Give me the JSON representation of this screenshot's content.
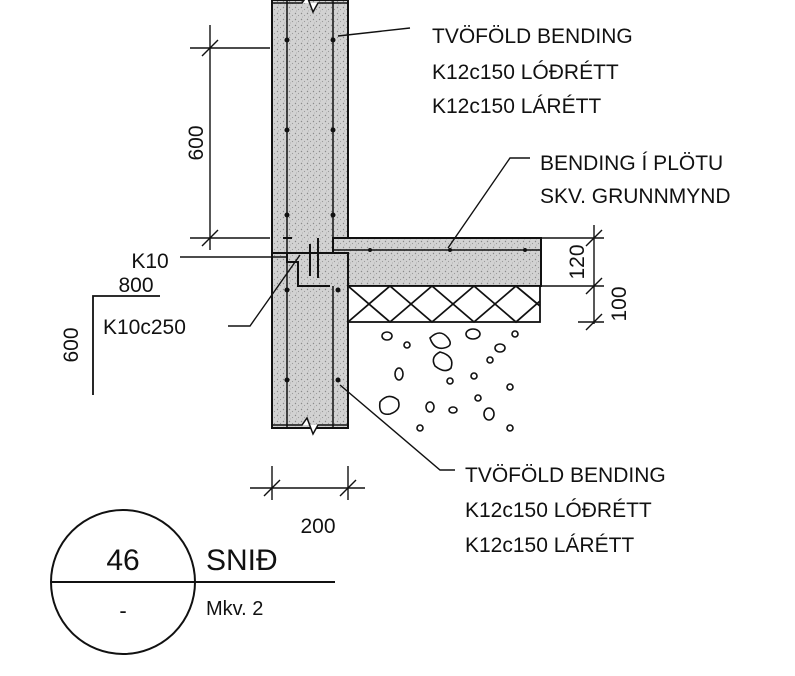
{
  "annotations": {
    "wall_upper": [
      "TVÖFÖLD BENDING",
      "K12c150 LÓÐRÉTT",
      "K12c150 LÁRÉTT"
    ],
    "slab": [
      "BENDING Í PLÖTU",
      "SKV. GRUNNMYND"
    ],
    "wall_lower": [
      "TVÖFÖLD BENDING",
      "K12c150 LÓÐRÉTT",
      "K12c150 LÁRÉTT"
    ],
    "corner_bar": "K10",
    "corner_bar_length": "800",
    "starter_bars": "K10c250"
  },
  "dimensions": {
    "upper_lap": "600",
    "starter_height": "600",
    "slab_thickness": "120",
    "insulation_thickness": "100",
    "wall_thickness": "200"
  },
  "title_block": {
    "number": "46",
    "sheet": "-",
    "title": "SNIÐ",
    "scale": "Mkv. 2"
  }
}
